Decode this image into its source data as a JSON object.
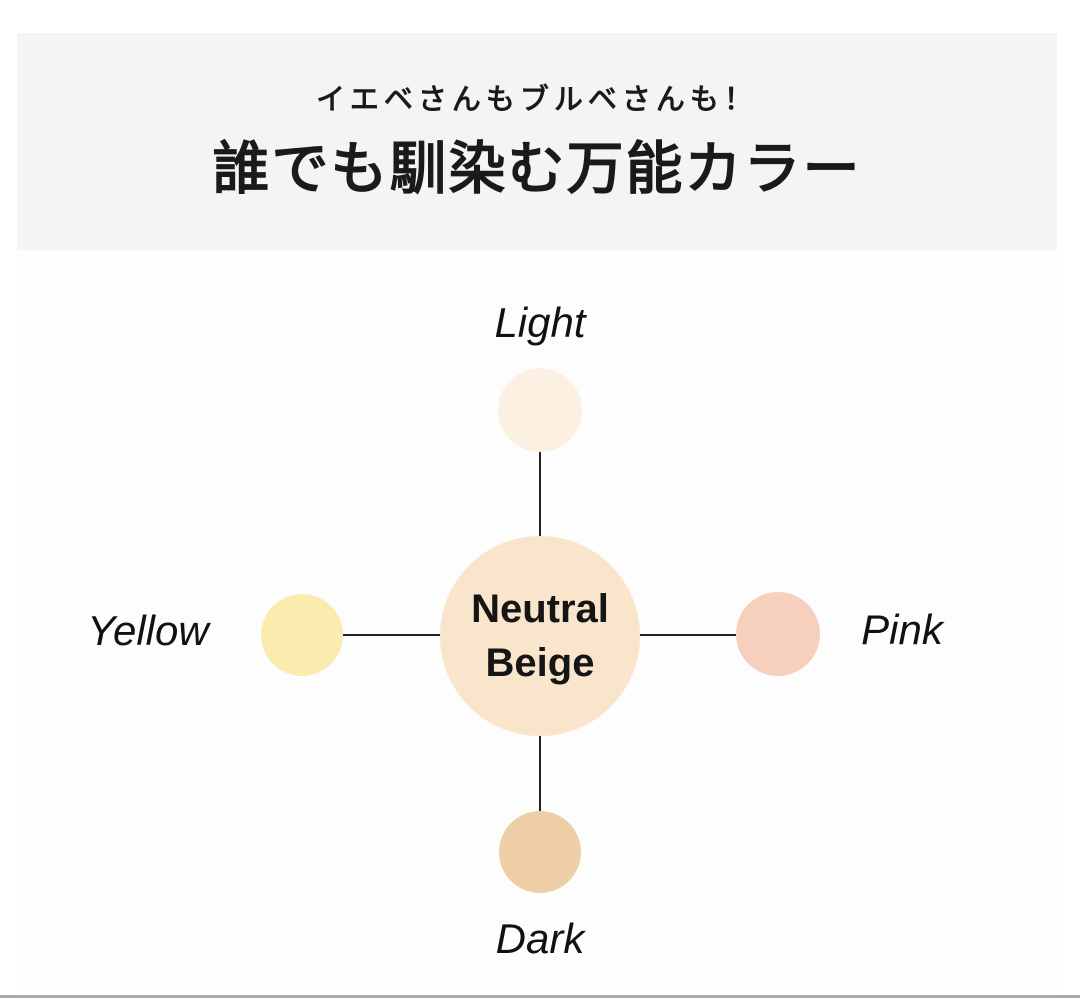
{
  "header": {
    "background": "#F4F4F4",
    "subtitle": "イエベさんもブルベさんも！",
    "title": "誰でも馴染む万能カラー"
  },
  "diagram": {
    "center": {
      "label_line1": "Neutral",
      "label_line2": "Beige",
      "color": "#F9E4CC"
    },
    "nodes": {
      "top": {
        "label": "Light",
        "color": "#FCF0E2"
      },
      "left": {
        "label": "Yellow",
        "color": "#FBEBAE"
      },
      "right": {
        "label": "Pink",
        "color": "#F7CFBD"
      },
      "bottom": {
        "label": "Dark",
        "color": "#EECEA7"
      }
    },
    "connector_color": "#222222"
  },
  "footer": {
    "divider_color": "#ABABAB"
  }
}
